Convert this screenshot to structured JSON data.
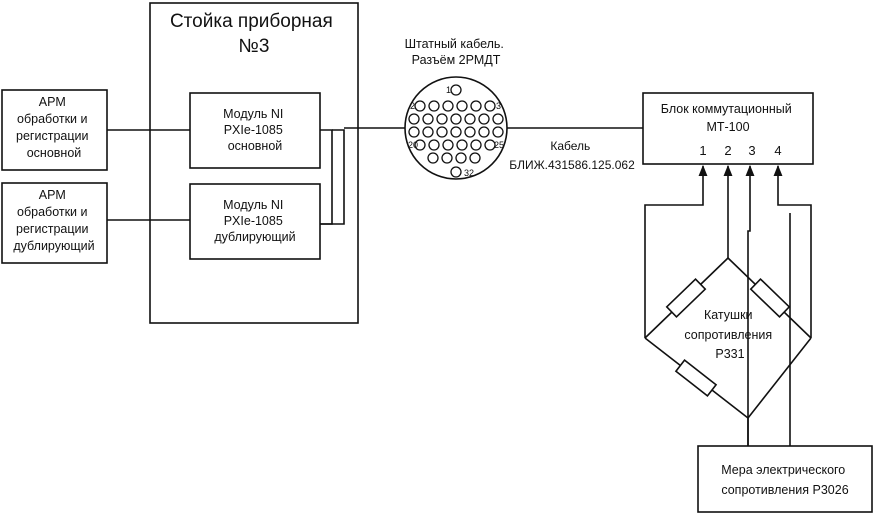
{
  "arm_main": {
    "lines": [
      "АРМ",
      "обработки и",
      "регистрации",
      "основной"
    ]
  },
  "arm_backup": {
    "lines": [
      "АРМ",
      "обработки и",
      "регистрации",
      "дублирующий"
    ]
  },
  "rack": {
    "title_lines": [
      "Стойка приборная",
      "№3"
    ]
  },
  "module_main": {
    "lines": [
      "Модуль NI",
      "PXIe-1085",
      "основной"
    ]
  },
  "module_backup": {
    "lines": [
      "Модуль NI",
      "PXIe-1085",
      "дублирующий"
    ]
  },
  "connector": {
    "title_lines": [
      "Штатный кабель.",
      "Разъём 2РМДТ"
    ],
    "pin_labels": [
      "1",
      "2",
      "3",
      "20",
      "25",
      "32"
    ]
  },
  "cable": {
    "lines": [
      "Кабель",
      "БЛИЖ.431586.125.062"
    ]
  },
  "switch_block": {
    "title_lines": [
      "Блок коммутационный",
      "МТ-100"
    ],
    "terminals": [
      "1",
      "2",
      "3",
      "4"
    ]
  },
  "coils": {
    "lines": [
      "Катушки",
      "сопротивления",
      "Р331"
    ]
  },
  "measure": {
    "lines": [
      "Мера электрического",
      "сопротивления Р3026"
    ]
  },
  "colors": {
    "line": "#111111",
    "background": "#ffffff"
  }
}
